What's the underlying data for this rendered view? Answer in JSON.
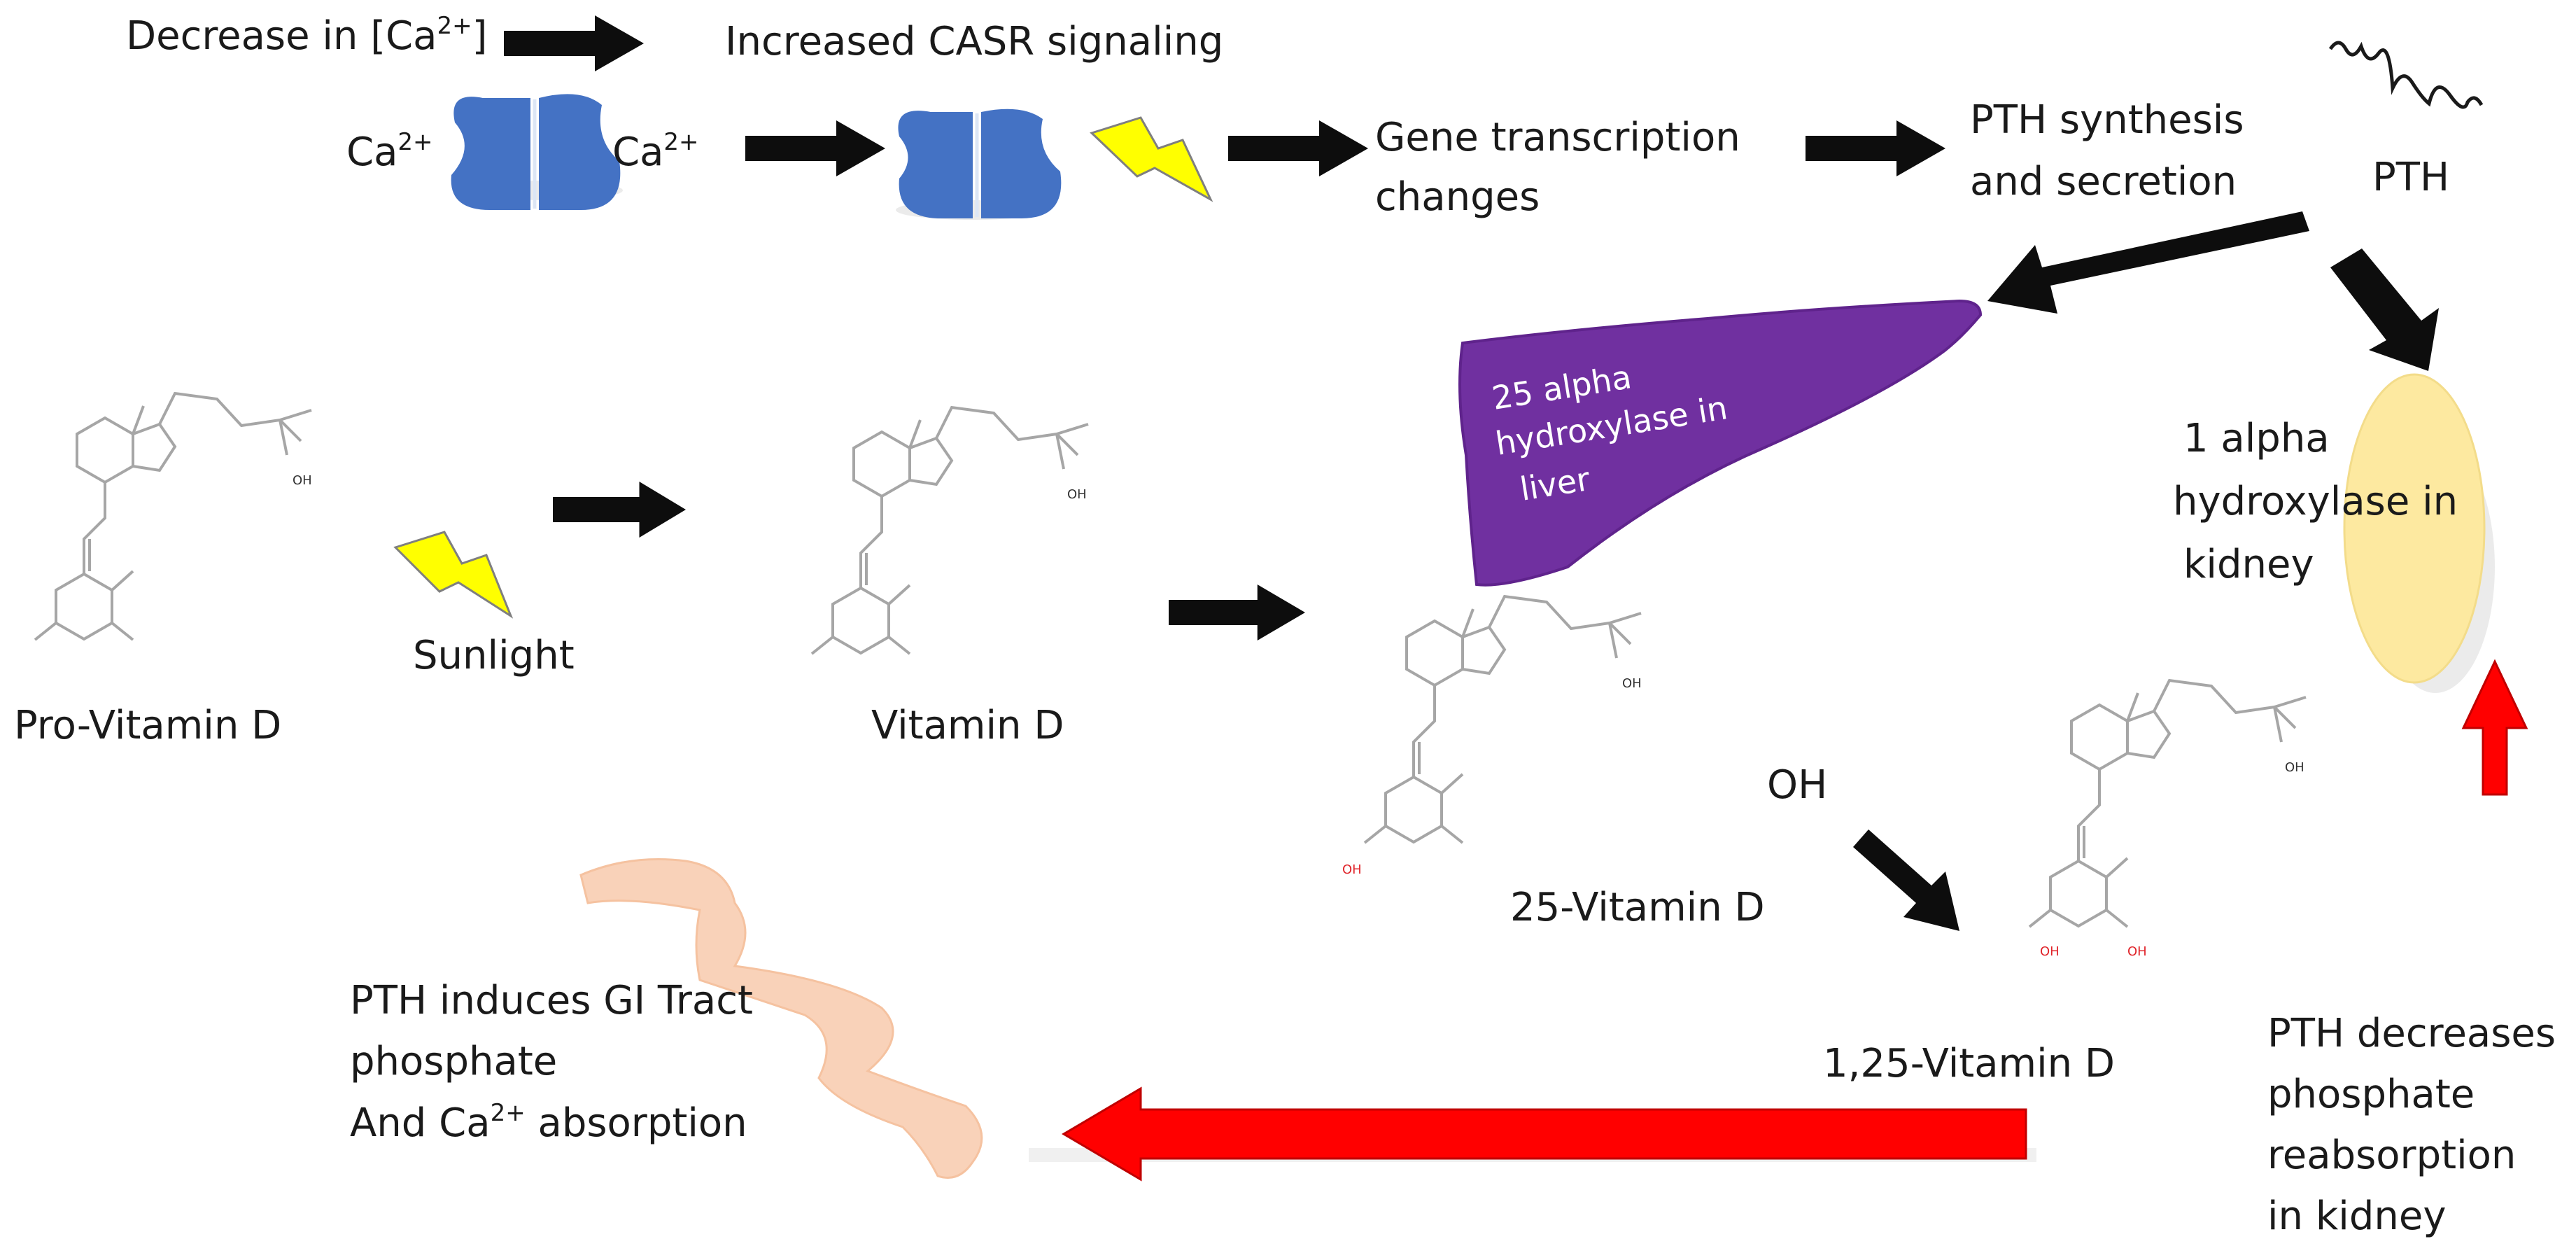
{
  "labels": {
    "decrease_prefix": "Decrease in [Ca",
    "decrease_sup": "2+",
    "decrease_suffix": "]",
    "increased_casr": "Increased CASR signaling",
    "ca_left": "Ca",
    "ca_left_sup": "2+",
    "ca_right": "Ca",
    "ca_right_sup": "2+",
    "gene_line1": "Gene transcription",
    "gene_line2": "changes",
    "pth_synth_line1": "PTH synthesis",
    "pth_synth_line2": "and secretion",
    "pth": "PTH",
    "liver_line1": "25 alpha",
    "liver_line2": "hydroxylase in",
    "liver_line3": "liver",
    "kidney_line1": "1 alpha",
    "kidney_line2": "hydroxylase in",
    "kidney_line3": "kidney",
    "pro_vitamin_d": "Pro-Vitamin D",
    "sunlight": "Sunlight",
    "vitamin_d": "Vitamin D",
    "oh": "OH",
    "vit25": "25-Vitamin D",
    "vit125": "1,25-Vitamin D",
    "gi_line1": "PTH induces GI Tract",
    "gi_line2": "phosphate",
    "gi_line3_prefix": "And Ca",
    "gi_line3_sup": "2+",
    "gi_line3_suffix": " absorption",
    "kidney_phos_line1": "PTH decreases",
    "kidney_phos_line2": "phosphate",
    "kidney_phos_line3": "reabsorption",
    "kidney_phos_line4": "in kidney",
    "mol_oh": "OH"
  },
  "colors": {
    "receptor": "#4472c4",
    "liver": "#7030a0",
    "kidney": "#fde9a0",
    "gi_tract": "#f8cbad",
    "lightning": "#ffff00",
    "arrow_black": "#0d0d0d",
    "arrow_red": "#ff0000",
    "molecule": "#a6a6a6",
    "hydroxyl_red": "#e0242a"
  }
}
